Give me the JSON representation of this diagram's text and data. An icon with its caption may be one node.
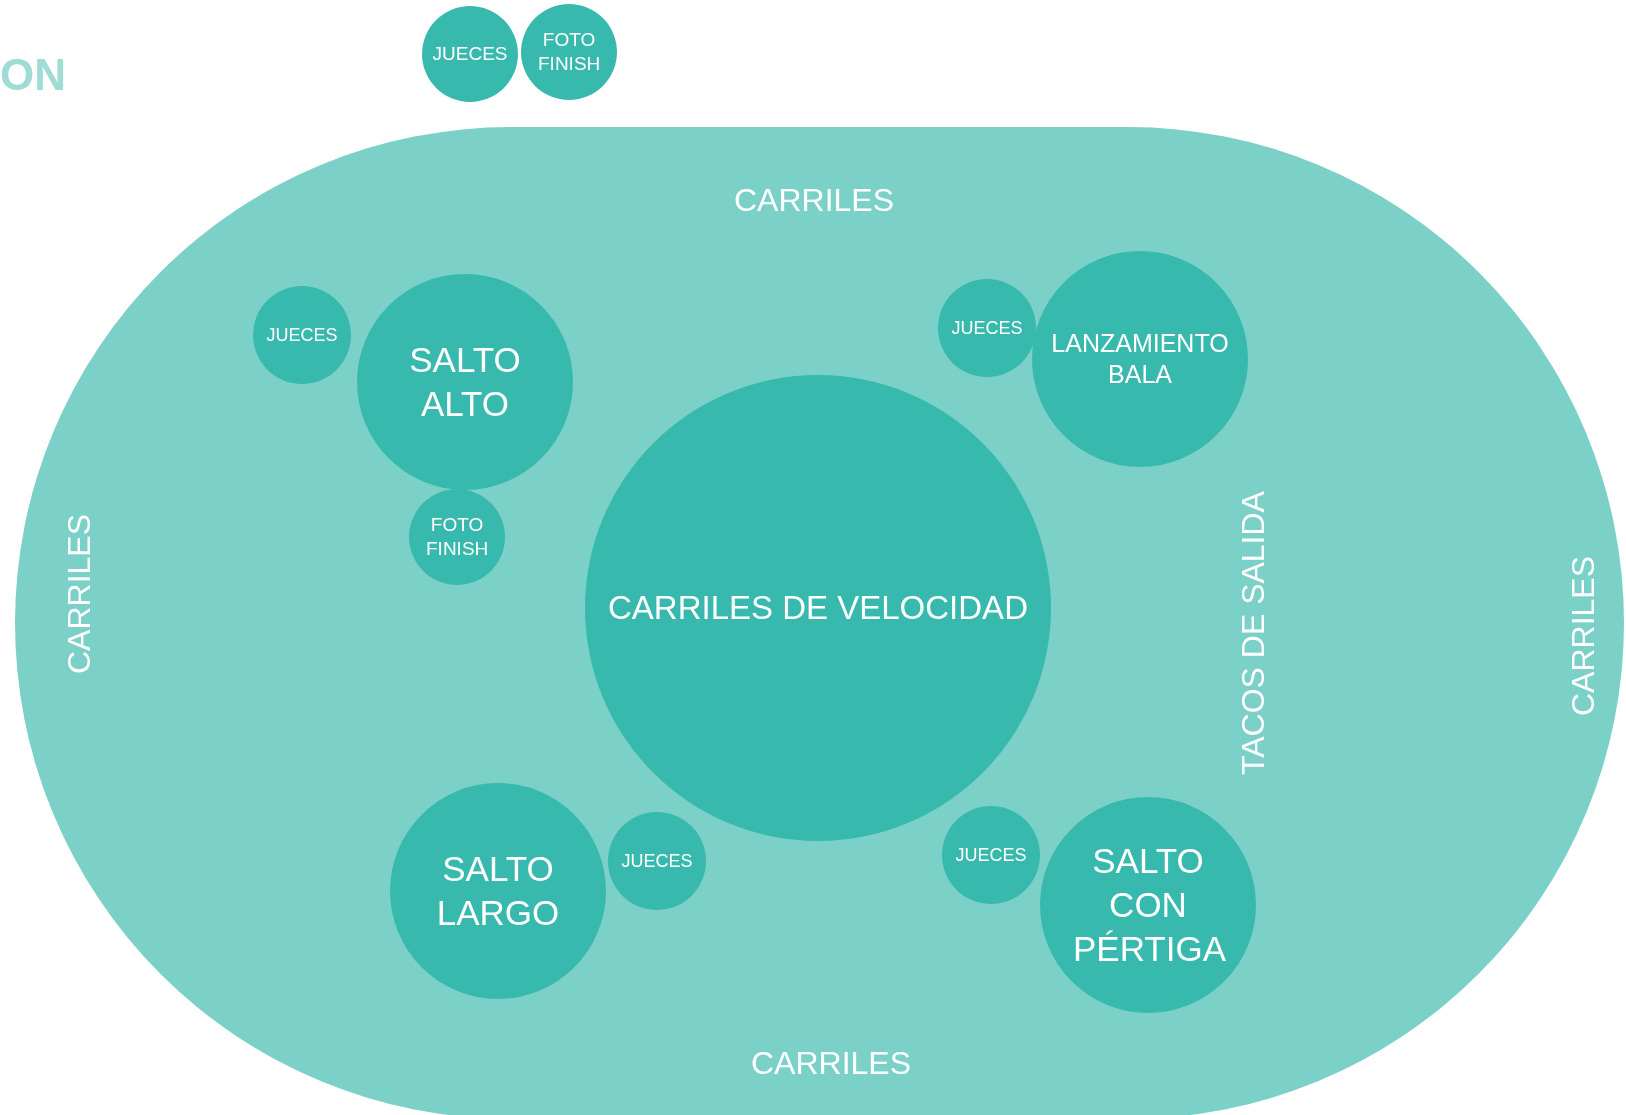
{
  "diagram": {
    "nodes": [
      {
        "text": [
          "JUECES"
        ]
      },
      {
        "text": [
          "FOTO FINISH"
        ]
      },
      {
        "text": [
          "CARRILES",
          "CARRILES",
          "CARRILES",
          "CARRILES",
          "TACOS DE SALIDA"
        ]
      },
      {
        "text": [
          "JUECES"
        ],
        "in": 2
      },
      {
        "text": [
          "SALTO ALTO"
        ],
        "in": 2
      },
      {
        "text": [
          "JUECES"
        ],
        "in": 2
      },
      {
        "text": [
          "LANZAMIENTO BALA"
        ],
        "in": 2
      },
      {
        "text": [
          "FOTO FINISH"
        ],
        "in": 2
      },
      {
        "text": [
          "CARRILES DE VELOCIDAD"
        ],
        "in": 2
      },
      {
        "text": [
          "SALTO LARGO"
        ],
        "in": 2
      },
      {
        "text": [
          "JUECES"
        ],
        "in": 2
      },
      {
        "text": [
          "JUECES"
        ],
        "in": 2
      },
      {
        "text": [
          "SALTO CON PÉRTIGA"
        ],
        "in": 2
      }
    ],
    "labels": [
      "ON"
    ]
  }
}
